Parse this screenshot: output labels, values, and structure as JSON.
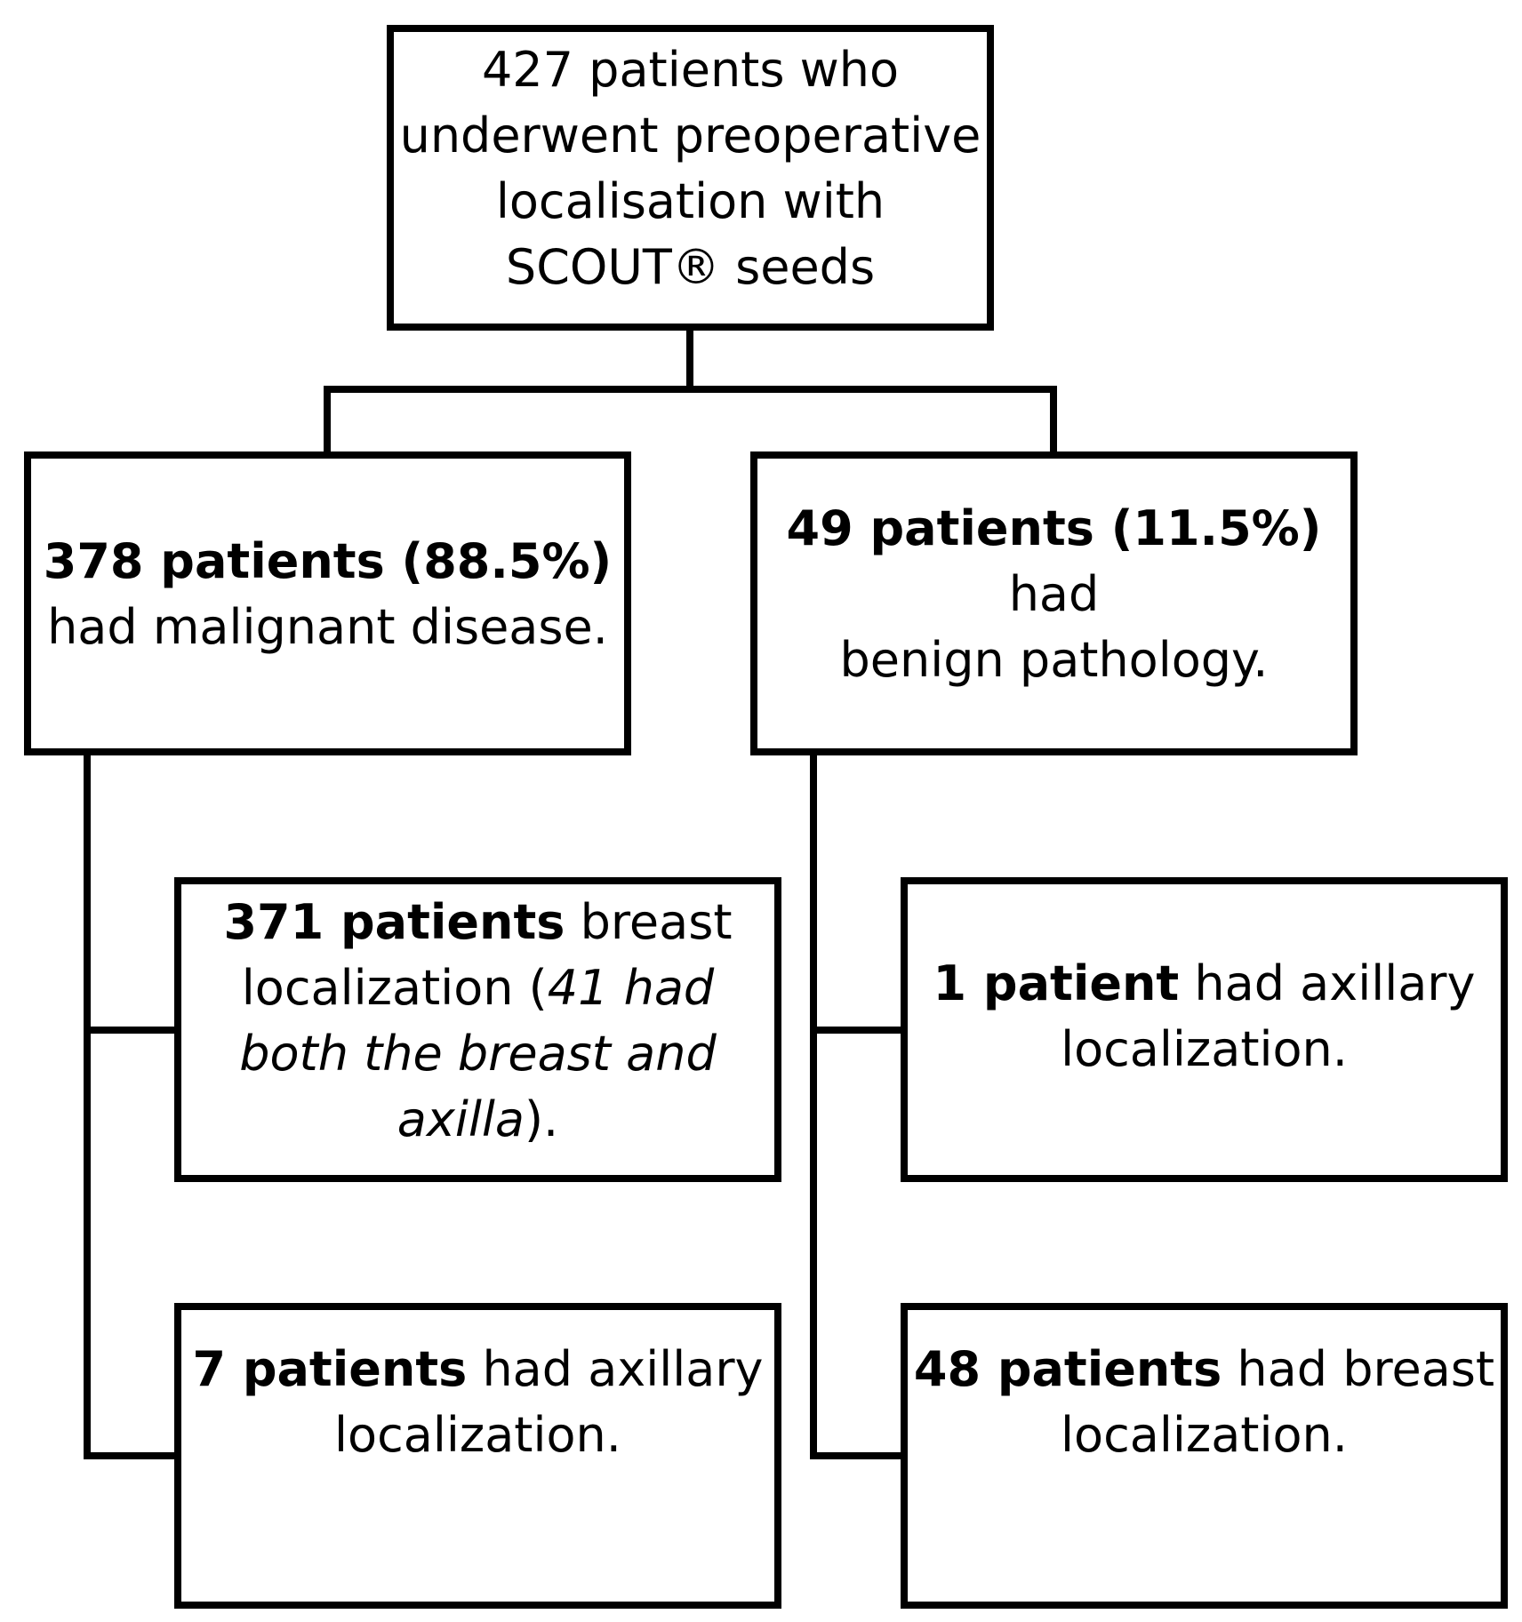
{
  "root": {
    "line1": "427 patients who",
    "line2": "underwent preoperative",
    "line3": "localisation with",
    "line4": "SCOUT® seeds"
  },
  "malignant": {
    "bold": "378 patients (88.5%)",
    "rest": "had malignant disease."
  },
  "benign": {
    "bold": "49 patients (11.5%)",
    "rest1": " had",
    "rest2": "benign pathology."
  },
  "malignant_breast": {
    "bold": "371 patients",
    "rest1": " breast",
    "rest2": "localization (",
    "italic1": "41 had",
    "italic2": "both the breast and",
    "italic3": "axilla",
    "rest3": ")."
  },
  "malignant_axillary": {
    "bold": "7 patients",
    "rest1": " had axillary",
    "rest2": "localization."
  },
  "benign_axillary": {
    "bold": "1 patient",
    "rest1": " had axillary",
    "rest2": "localization."
  },
  "benign_breast": {
    "bold": "48 patients",
    "rest1": " had breast",
    "rest2": "localization."
  }
}
